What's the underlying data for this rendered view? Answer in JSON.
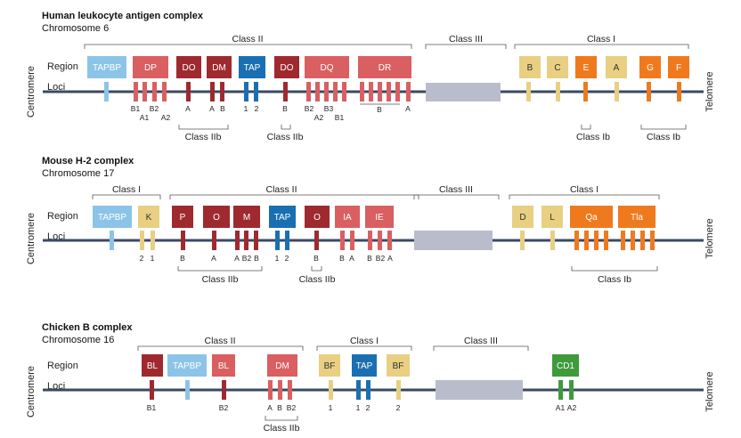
{
  "colors": {
    "chromosome": "#3a4a63",
    "class_ii": "#d95f61",
    "class_ii_dark": "#9e2a2f",
    "tap": "#1a6fb3",
    "tapbp": "#8cc4e8",
    "class_i_light": "#e8cf82",
    "class_i_orange": "#ef7a1e",
    "class_iii": "#b9bccb",
    "cd1": "#3f9a3c"
  },
  "human": {
    "title": "Human leukocyte antigen complex",
    "chromosome": "Chromosome 6",
    "region_label": "Region",
    "loci_label": "Loci",
    "centromere": "Centromere",
    "telomere": "Telomere",
    "groups": {
      "class_ii": "Class II",
      "class_iii": "Class III",
      "class_i": "Class I"
    },
    "regions": {
      "tapbp": "TAPBP",
      "dp": "DP",
      "do1": "DO",
      "dm": "DM",
      "tap": "TAP",
      "do2": "DO",
      "dq": "DQ",
      "dr": "DR",
      "b": "B",
      "c": "C",
      "e": "E",
      "a": "A",
      "g": "G",
      "f": "F"
    },
    "loci": {
      "dp_b1": "B1",
      "dp_a1": "A1",
      "dp_b2": "B2",
      "dp_a2": "A2",
      "do_a": "A",
      "dm_a": "A",
      "dm_b": "B",
      "tap1": "1",
      "tap2": "2",
      "do_b": "B",
      "dq_b2": "B2",
      "dq_a2": "A2",
      "dq_b3": "B3",
      "dq_b1": "B1",
      "dr_b": "B",
      "dr_a": "A"
    },
    "subgroups": {
      "iib1": "Class IIb",
      "iib2": "Class IIb",
      "ib1": "Class Ib",
      "ib2": "Class Ib"
    }
  },
  "mouse": {
    "title": "Mouse H-2 complex",
    "chromosome": "Chromosome 17",
    "region_label": "Region",
    "loci_label": "Loci",
    "centromere": "Centromere",
    "telomere": "Telomere",
    "groups": {
      "class_i_left": "Class I",
      "class_ii": "Class II",
      "class_iii": "Class III",
      "class_i_right": "Class I"
    },
    "regions": {
      "tapbp": "TAPBP",
      "k": "K",
      "p": "P",
      "o1": "O",
      "m": "M",
      "tap": "TAP",
      "o2": "O",
      "ia": "IA",
      "ie": "IE",
      "d": "D",
      "l": "L",
      "qa": "Qa",
      "tla": "Tla"
    },
    "loci": {
      "k2": "2",
      "k1": "1",
      "p_b": "B",
      "o_a": "A",
      "m_a": "A",
      "m_b2": "B2",
      "m_b": "B",
      "tap1": "1",
      "tap2": "2",
      "o_b": "B",
      "ia_b": "B",
      "ia_a": "A",
      "ie_b": "B",
      "ie_b2": "B2",
      "ie_a": "A"
    },
    "subgroups": {
      "iib1": "Class IIb",
      "iib2": "Class IIb",
      "ib": "Class Ib"
    }
  },
  "chicken": {
    "title": "Chicken B complex",
    "chromosome": "Chromosome 16",
    "region_label": "Region",
    "loci_label": "Loci",
    "centromere": "Centromere",
    "telomere": "Telomere",
    "groups": {
      "class_ii": "Class II",
      "class_i": "Class I",
      "class_iii": "Class III"
    },
    "regions": {
      "bl1": "BL",
      "tapbp": "TAPBP",
      "bl2": "BL",
      "dm": "DM",
      "bf1": "BF",
      "tap": "TAP",
      "bf2": "BF",
      "cd1": "CD1"
    },
    "loci": {
      "b1": "B1",
      "b2": "B2",
      "dm_a": "A",
      "dm_b": "B",
      "dm_b2": "B2",
      "bf1": "1",
      "tap1": "1",
      "tap2": "2",
      "bf2": "2",
      "cd1_a1": "A1",
      "cd1_a2": "A2"
    },
    "subgroups": {
      "iib": "Class IIb"
    }
  }
}
